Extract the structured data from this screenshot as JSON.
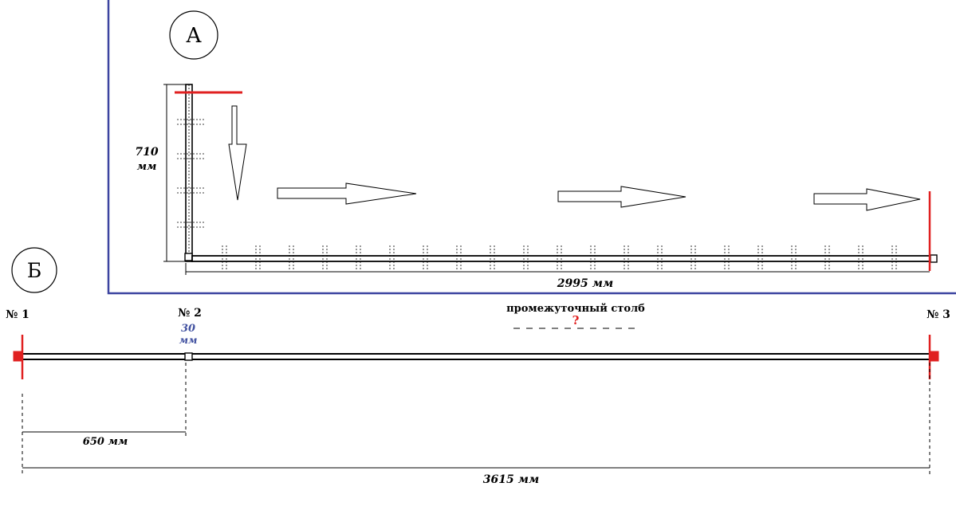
{
  "panel_a": {
    "label": "А",
    "height_value": "710",
    "height_unit": "мм",
    "width_label": "2995 мм"
  },
  "panel_b": {
    "label": "Б",
    "post1": "№ 1",
    "post2": "№ 2",
    "post3": "№ 3",
    "post2_size_value": "30",
    "post2_size_unit": "мм",
    "mid_post_label": "промежуточный столб",
    "question": "?",
    "offset_label": "650 мм",
    "total_label": "3615 мм"
  },
  "colors": {
    "frame": "#3c44a0",
    "red": "#e02020",
    "blue_text": "#3f4f9f",
    "line": "#000000"
  }
}
